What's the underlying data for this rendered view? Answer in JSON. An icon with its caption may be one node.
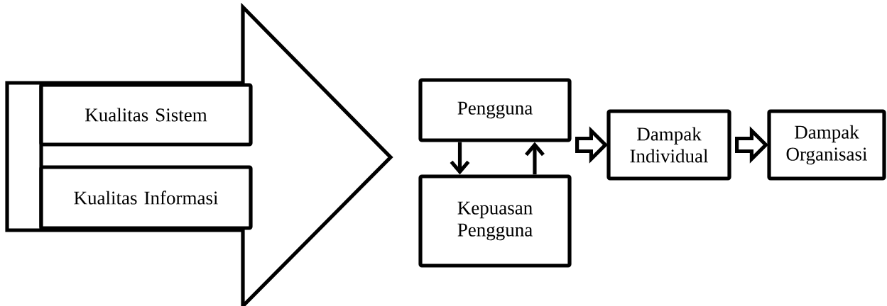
{
  "diagram": {
    "nodes": [
      {
        "text": [],
        "shape": "arrow"
      },
      {
        "text": [
          "Kualitas Sistem"
        ],
        "in": 0
      },
      {
        "text": [
          "Kualitas Informasi"
        ],
        "in": 0
      },
      {
        "text": [
          "Pengguna"
        ]
      },
      {
        "text": [
          "Kepuasan Pengguna"
        ]
      },
      {
        "text": [
          "Dampak Individual"
        ]
      },
      {
        "text": [
          "Dampak Organisasi"
        ]
      }
    ],
    "edges": [
      {
        "from": 3,
        "to": 4,
        "arrow": "to"
      },
      {
        "from": 4,
        "to": 3,
        "arrow": "to"
      },
      {
        "from": 3,
        "to": 5,
        "arrow": "to",
        "style": "thick"
      },
      {
        "from": 5,
        "to": 6,
        "arrow": "to",
        "style": "thick"
      }
    ]
  }
}
